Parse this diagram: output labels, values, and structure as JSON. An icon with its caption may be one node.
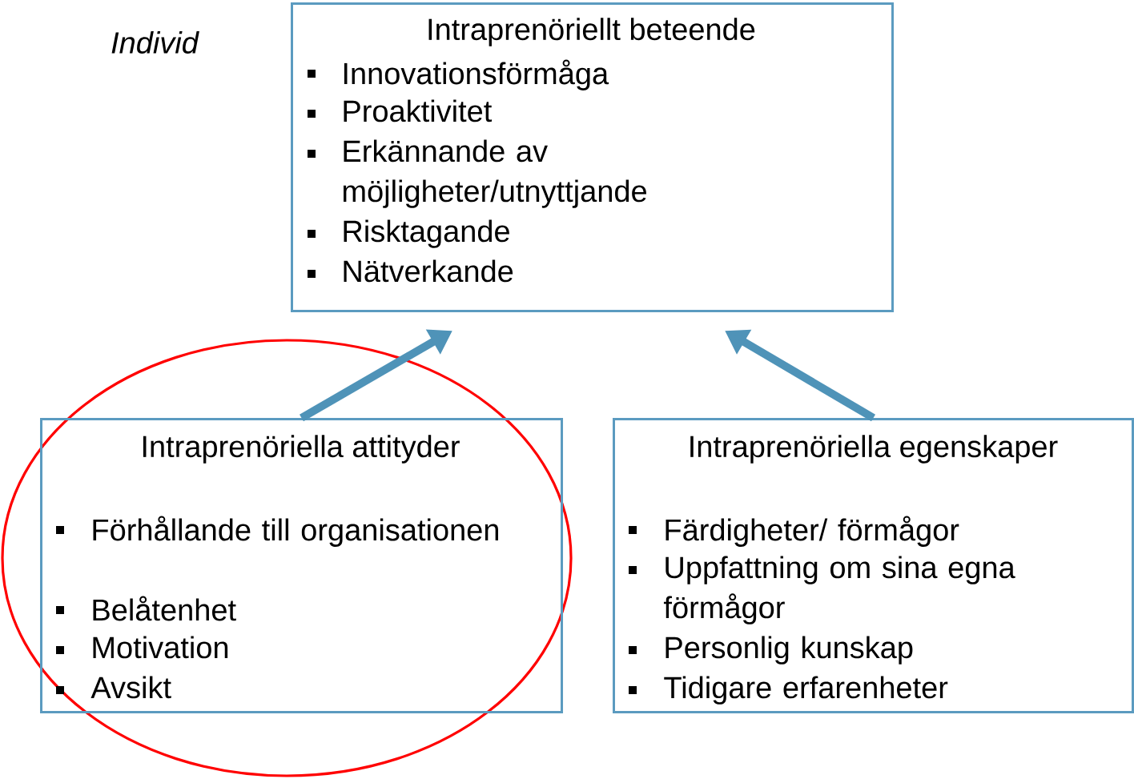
{
  "diagram": {
    "nodes": [
      {
        "text": [
          "Intraprenöriellt beteende",
          "Innovationsförmåga",
          "Proaktivitet",
          "Erkännande av möjligheter/utnyttjande",
          "Risktagande",
          "Nätverkande"
        ]
      },
      {
        "text": [
          "Intraprenöriella attityder",
          "Förhållande till organisationen",
          "Belåtenhet",
          "Motivation",
          "Avsikt"
        ]
      },
      {
        "text": [
          "Intraprenöriella egenskaper",
          "Färdigheter/ förmågor",
          "Uppfattning om sina egna förmågor",
          "Personlig kunskap",
          "Tidigare erfarenheter"
        ]
      }
    ],
    "edges": [
      {
        "from": 1,
        "to": 0,
        "arrow": "to"
      },
      {
        "from": 2,
        "to": 0,
        "arrow": "to"
      }
    ],
    "labels": [
      "Individ"
    ]
  }
}
